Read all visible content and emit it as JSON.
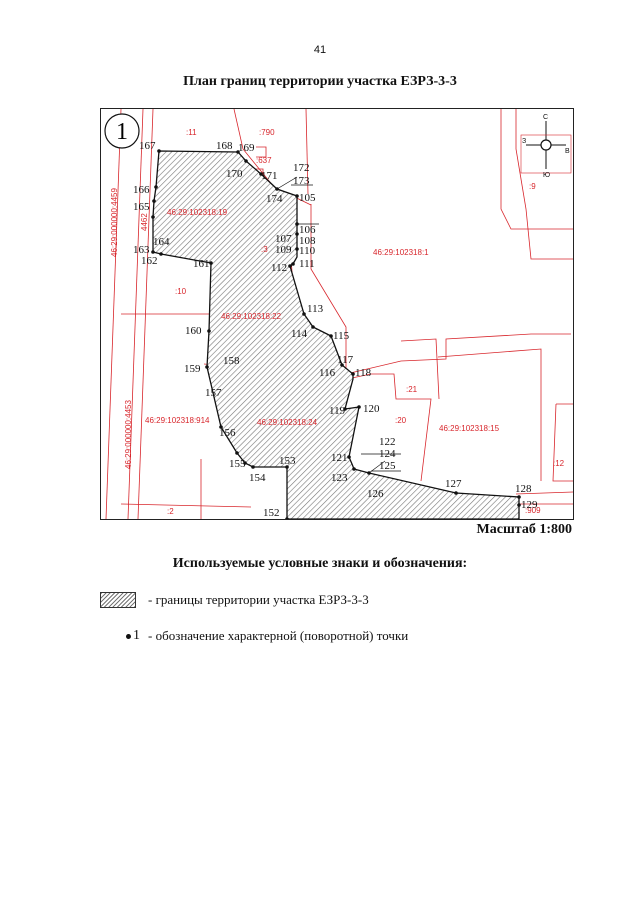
{
  "page_number": "41",
  "title": "План границ территории участка ЕЗРЗ-3-3",
  "sheet_badge": "1",
  "scale": "Масштаб 1:800",
  "legend_title": "Используемые условные знаки и обозначения:",
  "legend": [
    {
      "symbol": "",
      "text": "-  границы территории участка ЕЗРЗ-3-3"
    },
    {
      "symbol": "1",
      "text": "-  обозначение характерной (поворотной) точки"
    }
  ],
  "compass": {
    "north": "С",
    "west": "З",
    "east": "В",
    "south": "Ю"
  },
  "colors": {
    "cadastre": "#d8262c",
    "boundary": "#111111",
    "hatch": "#777777"
  },
  "cadastral_labels": [
    ":11",
    ":790",
    ":637",
    ":9",
    "46:29:102318:19",
    "46:29:102318:1",
    ":3",
    ":10",
    "46:29:102318:22",
    ":21",
    ":20",
    "46:29:102318:914",
    "46:29:102318:24",
    "46:29:102318:15",
    ":12",
    ":2",
    ":909",
    "46:29:000000:4459",
    "46:29:000000:4453",
    "4462"
  ],
  "boundary_points": [
    "167",
    "168",
    "169",
    "170",
    "171",
    "172",
    "173",
    "174",
    "105",
    "106",
    "107",
    "108",
    "109",
    "110",
    "111",
    "112",
    "113",
    "114",
    "115",
    "116",
    "117",
    "118",
    "119",
    "120",
    "121",
    "122",
    "124",
    "125",
    "123",
    "126",
    "127",
    "128",
    "129",
    "152",
    "153",
    "154",
    "155",
    "156",
    "157",
    "158",
    "159",
    "160",
    "161",
    "162",
    "163",
    "164",
    "165",
    "166"
  ]
}
